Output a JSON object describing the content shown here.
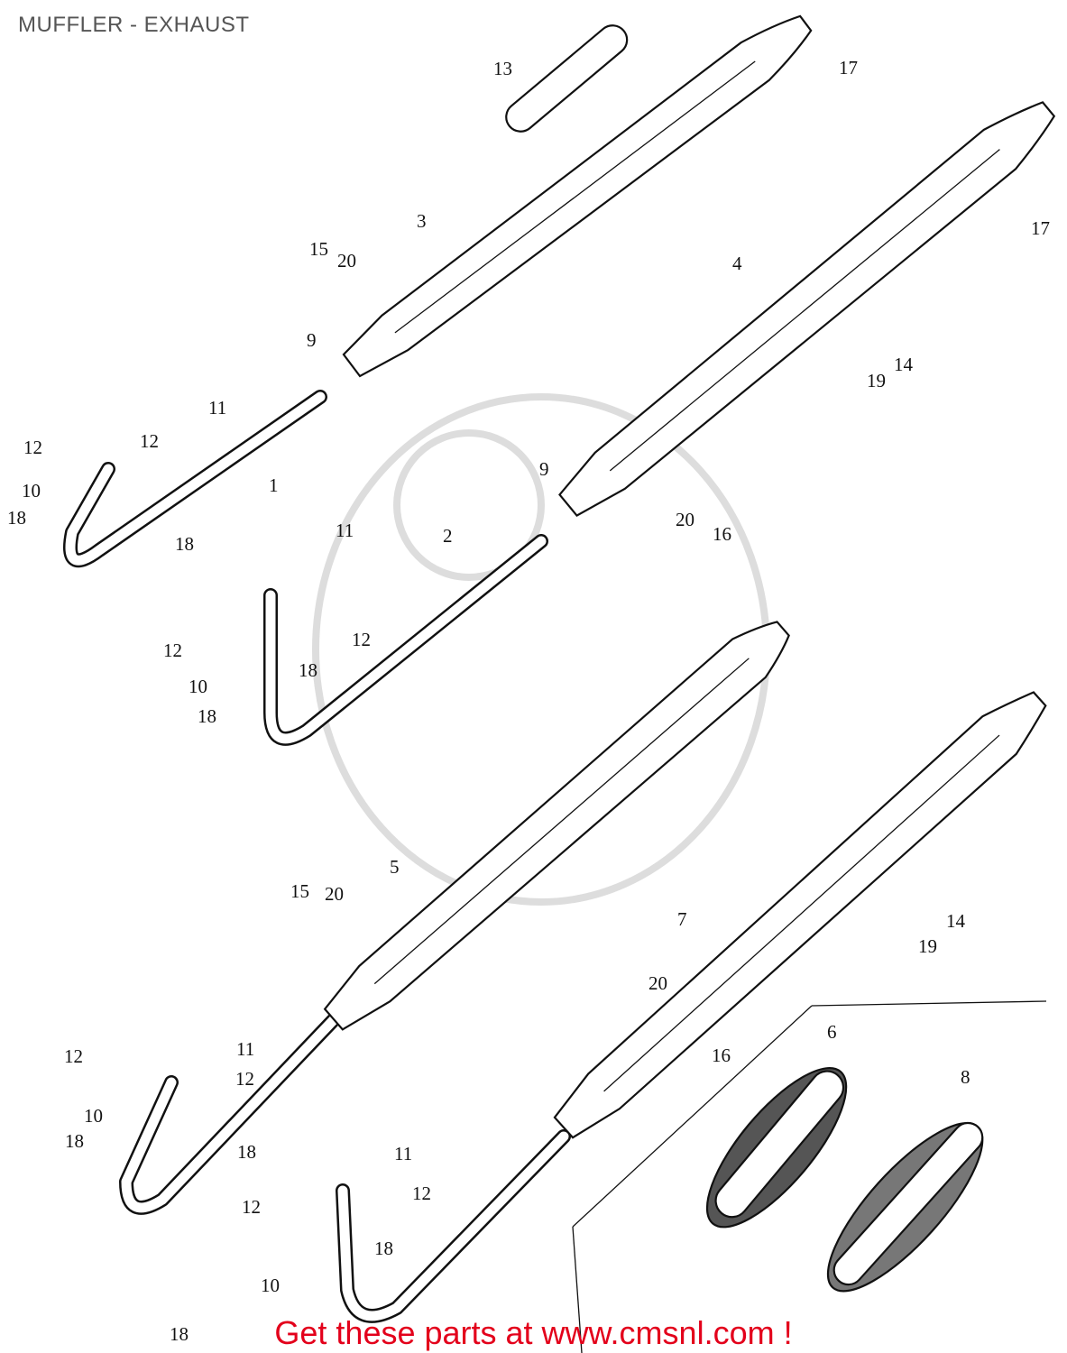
{
  "title": "MUFFLER - EXHAUST",
  "footer": "Get these parts at www.cmsnl.com !",
  "colors": {
    "footer_text": "#e3001b",
    "title_text": "#555555",
    "line_art": "#111111"
  },
  "callouts": [
    "13",
    "17",
    "3",
    "17",
    "15",
    "20",
    "4",
    "9",
    "14",
    "19",
    "11",
    "12",
    "12",
    "10",
    "1",
    "18",
    "18",
    "11",
    "9",
    "20",
    "16",
    "2",
    "12",
    "12",
    "10",
    "18",
    "18",
    "5",
    "15",
    "20",
    "7",
    "14",
    "19",
    "20",
    "6",
    "16",
    "8",
    "11",
    "12",
    "12",
    "10",
    "18",
    "18",
    "11",
    "12",
    "12",
    "18",
    "10",
    "18"
  ]
}
